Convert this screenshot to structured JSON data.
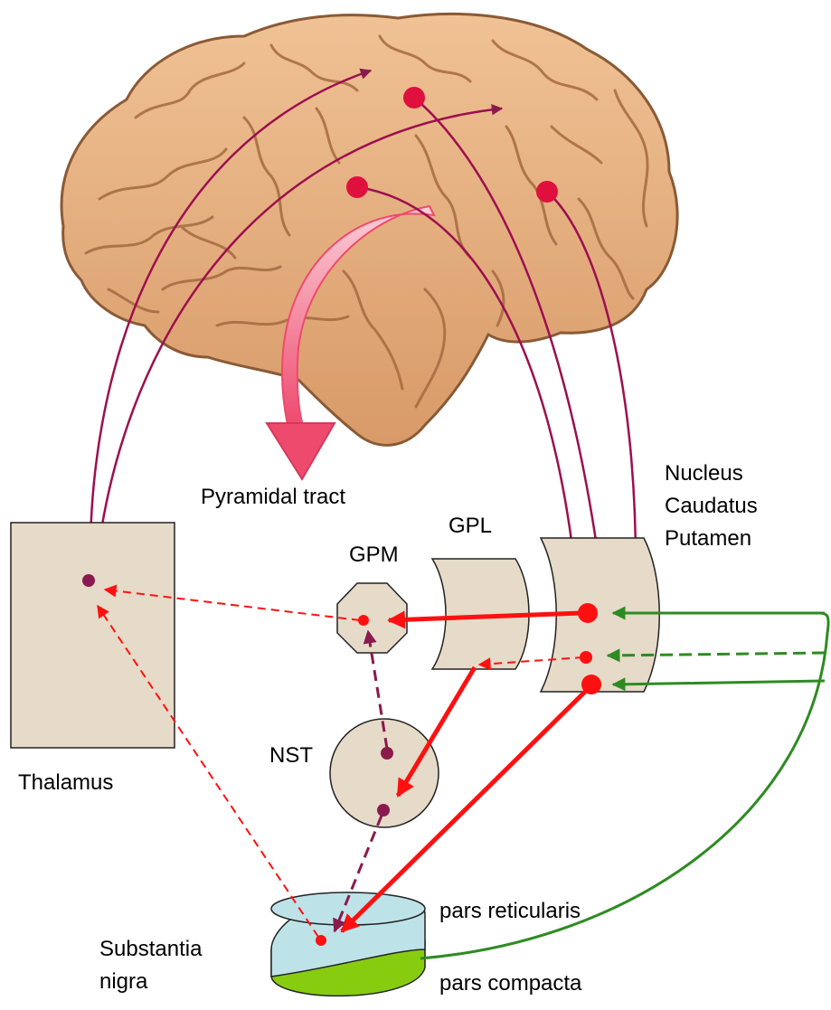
{
  "labels": {
    "pyramidal_tract": "Pyramidal tract",
    "gpl": "GPL",
    "gpm": "GPM",
    "nucleus": "Nucleus",
    "caudatus": "Caudatus",
    "putamen": "Putamen",
    "thalamus": "Thalamus",
    "nst": "NST",
    "substantia": "Substantia",
    "nigra": "nigra",
    "pars_reticularis": "pars reticularis",
    "pars_compacta": "pars compacta"
  },
  "colors": {
    "brain_fill": "#e3a97a",
    "brain_stroke": "#8a5a36",
    "nucleus_fill": "#e6dac8",
    "cortical_pathway": "#9c0f4f",
    "pyramidal_arrow": "#ee5c7a",
    "inhibitory": "#ff1010",
    "excitatory_dashed": "#8a1a4e",
    "dopaminergic": "#2e8b22",
    "pars_reticularis_fill": "#bde3e8",
    "pars_compacta_fill": "#88cc10"
  }
}
